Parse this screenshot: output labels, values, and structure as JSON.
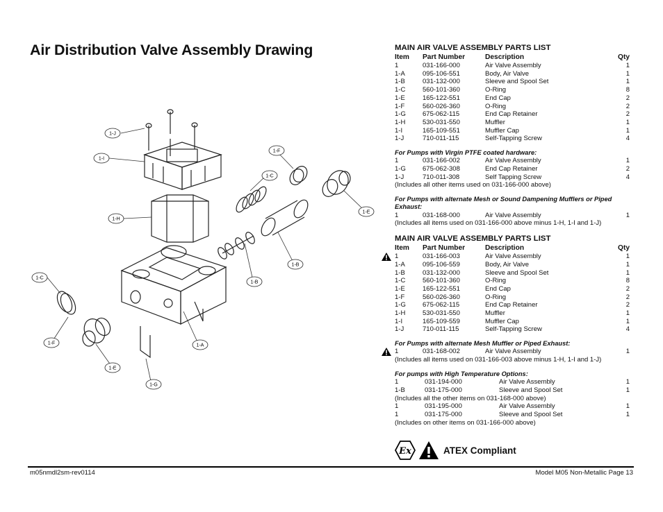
{
  "title": "Air Distribution Valve Assembly Drawing",
  "callouts": [
    "1-J",
    "1-I",
    "1-H",
    "1-C",
    "1-F",
    "1-E",
    "1-G",
    "1-A",
    "1-B",
    "1-B",
    "1-F",
    "1-C",
    "1-E"
  ],
  "list1": {
    "title": "MAIN AIR VALVE ASSEMBLY PARTS LIST",
    "headers": {
      "item": "Item",
      "part": "Part Number",
      "desc": "Description",
      "qty": "Qty"
    },
    "rows": [
      {
        "item": "1",
        "part": "031-166-000",
        "desc": "Air Valve Assembly",
        "qty": "1"
      },
      {
        "item": "1-A",
        "part": "095-106-551",
        "desc": "Body, Air Valve",
        "qty": "1"
      },
      {
        "item": "1-B",
        "part": "031-132-000",
        "desc": "Sleeve and Spool Set",
        "qty": "1"
      },
      {
        "item": "1-C",
        "part": "560-101-360",
        "desc": "O-Ring",
        "qty": "8"
      },
      {
        "item": "1-E",
        "part": "165-122-551",
        "desc": "End Cap",
        "qty": "2"
      },
      {
        "item": "1-F",
        "part": "560-026-360",
        "desc": "O-Ring",
        "qty": "2"
      },
      {
        "item": "1-G",
        "part": "675-062-115",
        "desc": "End Cap Retainer",
        "qty": "2"
      },
      {
        "item": "1-H",
        "part": "530-031-550",
        "desc": "Muffler",
        "qty": "1"
      },
      {
        "item": "1-I",
        "part": "165-109-551",
        "desc": "Muffler Cap",
        "qty": "1"
      },
      {
        "item": "1-J",
        "part": "710-011-115",
        "desc": "Self-Tapping Screw",
        "qty": "4"
      }
    ],
    "ptfe_note": "For Pumps with Virgin PTFE coated hardware:",
    "ptfe_rows": [
      {
        "item": "1",
        "part": "031-166-002",
        "desc": "Air Valve Assembly",
        "qty": "1"
      },
      {
        "item": "1-G",
        "part": "675-062-308",
        "desc": "End Cap Retainer",
        "qty": "2"
      },
      {
        "item": "1-J",
        "part": "710-011-308",
        "desc": "Self Tapping Screw",
        "qty": "4"
      }
    ],
    "ptfe_incl": "(Includes all other items used on 031-166-000 above)",
    "mesh_note": "For Pumps with alternate Mesh or Sound Dampening Mufflers or Piped Exhaust:",
    "mesh_rows": [
      {
        "item": "1",
        "part": "031-168-000",
        "desc": "Air Valve Assembly",
        "qty": "1"
      }
    ],
    "mesh_incl": "(Includes all items used on 031-166-000 above minus 1-H, 1-I and 1-J)"
  },
  "list2": {
    "title": "MAIN AIR VALVE ASSEMBLY PARTS LIST",
    "headers": {
      "item": "Item",
      "part": "Part Number",
      "desc": "Description",
      "qty": "Qty"
    },
    "rows": [
      {
        "item": "1",
        "part": "031-166-003",
        "desc": "Air Valve Assembly",
        "qty": "1"
      },
      {
        "item": "1-A",
        "part": "095-106-559",
        "desc": "Body, Air Valve",
        "qty": "1"
      },
      {
        "item": "1-B",
        "part": "031-132-000",
        "desc": "Sleeve and Spool Set",
        "qty": "1"
      },
      {
        "item": "1-C",
        "part": "560-101-360",
        "desc": "O-Ring",
        "qty": "8"
      },
      {
        "item": "1-E",
        "part": "165-122-551",
        "desc": "End Cap",
        "qty": "2"
      },
      {
        "item": "1-F",
        "part": "560-026-360",
        "desc": "O-Ring",
        "qty": "2"
      },
      {
        "item": "1-G",
        "part": "675-062-115",
        "desc": "End Cap Retainer",
        "qty": "2"
      },
      {
        "item": "1-H",
        "part": "530-031-550",
        "desc": "Muffler",
        "qty": "1"
      },
      {
        "item": "1-I",
        "part": "165-109-559",
        "desc": "Muffler Cap",
        "qty": "1"
      },
      {
        "item": "1-J",
        "part": "710-011-115",
        "desc": "Self-Tapping Screw",
        "qty": "4"
      }
    ],
    "mesh_note": "For Pumps with alternate Mesh Muffler or Piped Exhaust:",
    "mesh_rows": [
      {
        "item": "1",
        "part": "031-168-002",
        "desc": "Air Valve Assembly",
        "qty": "1"
      }
    ],
    "mesh_incl": "(Includes all items used on 031-166-003 above minus 1-H, 1-I and 1-J)",
    "ht_note": "For pumps with High Temperature Options:",
    "ht_rows_a": [
      {
        "item": "1",
        "part": "031-194-000",
        "desc": "Air Valve Assembly",
        "qty": "1"
      },
      {
        "item": "1-B",
        "part": "031-175-000",
        "desc": "Sleeve and Spool Set",
        "qty": "1"
      }
    ],
    "ht_incl_a": "(Includes all the other items on 031-168-000 above)",
    "ht_rows_b": [
      {
        "item": "1",
        "part": "031-195-000",
        "desc": "Air Valve Assembly",
        "qty": "1"
      },
      {
        "item": "1",
        "part": "031-175-000",
        "desc": "Sleeve and Spool Set",
        "qty": "1"
      }
    ],
    "ht_incl_b": "(Includes on other items on 031-166-000 above)"
  },
  "atex": {
    "label": "ATEX Compliant",
    "ex_symbol": "Ex"
  },
  "footer": {
    "left": "m05nmdl2sm-rev0114",
    "right": "Model M05 Non-Metallic Page 13"
  }
}
